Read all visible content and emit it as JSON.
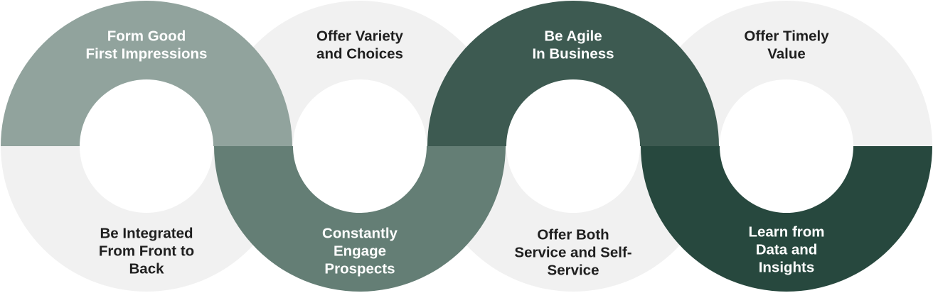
{
  "segments": [
    {
      "id": "form-good-first-impressions",
      "lines": [
        "Form Good",
        "First Impressions"
      ],
      "fill": "#91a39d",
      "text_color": "#ffffff"
    },
    {
      "id": "be-integrated-from-front-to-back",
      "lines": [
        "Be Integrated",
        "From Front to",
        "Back"
      ],
      "fill": "#f1f1f1",
      "text_color": "#1f1f1f"
    },
    {
      "id": "offer-variety-and-choices",
      "lines": [
        "Offer Variety",
        "and Choices"
      ],
      "fill": "#f1f1f1",
      "text_color": "#1f1f1f"
    },
    {
      "id": "constantly-engage-prospects",
      "lines": [
        "Constantly",
        "Engage",
        "Prospects"
      ],
      "fill": "#647e75",
      "text_color": "#ffffff"
    },
    {
      "id": "be-agile-in-business",
      "lines": [
        "Be Agile",
        "In Business"
      ],
      "fill": "#3d5a51",
      "text_color": "#ffffff"
    },
    {
      "id": "offer-both-service-and-self-service",
      "lines": [
        "Offer Both",
        "Service and Self-",
        "Service"
      ],
      "fill": "#f1f1f1",
      "text_color": "#1f1f1f"
    },
    {
      "id": "offer-timely-value",
      "lines": [
        "Offer Timely",
        "Value"
      ],
      "fill": "#f1f1f1",
      "text_color": "#1f1f1f"
    },
    {
      "id": "learn-from-data-and-insights",
      "lines": [
        "Learn from",
        "Data and",
        "Insights"
      ],
      "fill": "#27483e",
      "text_color": "#ffffff"
    }
  ]
}
